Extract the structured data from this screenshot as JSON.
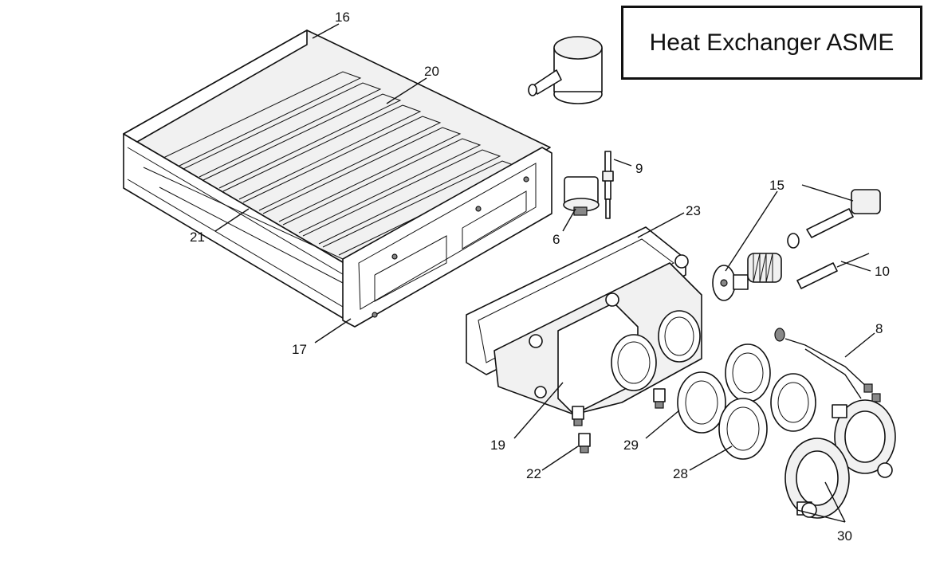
{
  "title": "Heat Exchanger ASME",
  "callouts": [
    {
      "key": "c16",
      "text": "16"
    },
    {
      "key": "c20",
      "text": "20"
    },
    {
      "key": "c21",
      "text": "21"
    },
    {
      "key": "c17",
      "text": "17"
    },
    {
      "key": "c9",
      "text": "9"
    },
    {
      "key": "c6",
      "text": "6"
    },
    {
      "key": "c15",
      "text": "15"
    },
    {
      "key": "c23",
      "text": "23"
    },
    {
      "key": "c10",
      "text": "10"
    },
    {
      "key": "c8",
      "text": "8"
    },
    {
      "key": "c19",
      "text": "19"
    },
    {
      "key": "c22",
      "text": "22"
    },
    {
      "key": "c29",
      "text": "29"
    },
    {
      "key": "c28",
      "text": "28"
    },
    {
      "key": "c30",
      "text": "30"
    }
  ]
}
